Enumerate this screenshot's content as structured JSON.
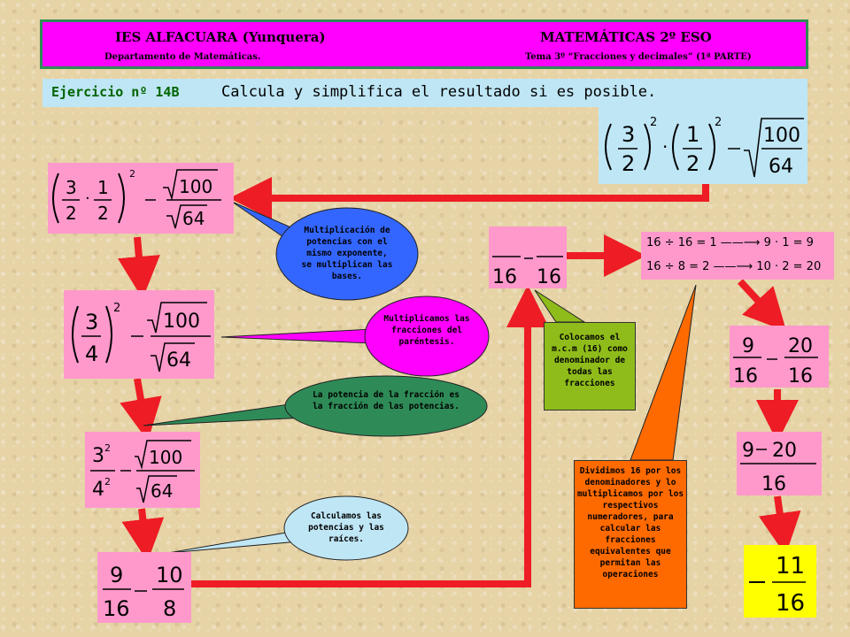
{
  "header": {
    "school": "IES ALFACUARA (Yunquera)",
    "subject": "MATEMÁTICAS 2º ESO",
    "department": "Departamento de Matemáticas.",
    "topic": "Tema 3º “Fracciones y decimales” (1ª PARTE)"
  },
  "exercise": {
    "number": "Ejercicio nº 14B",
    "instruction": "Calcula y simplifica el resultado si es posible."
  },
  "bubbles": {
    "b1": "Multiplicación de potencias con el mismo exponente, se multiplican las bases.",
    "b2": "Multiplicamos las fracciones del paréntesis.",
    "b3": "La potencia de la fracción es la fracción de las potencias.",
    "b4": "Calculamos las potencias y las raíces."
  },
  "notes": {
    "lcm": "Colocamos el m.c.m (16) como denominador de todas las fracciones",
    "divide": "Dividimos 16 por los denominadores y lo multiplicamos por los respectivos numeradores, para calcular las fracciones equivalentes que permitan las operaciones"
  },
  "rules": {
    "r1": "16 ÷ 16 = 1 ——⟶ 9 · 1 = 9",
    "r2": "16 ÷ 8 = 2 ——⟶ 10 · 2 = 20"
  },
  "colors": {
    "pink": "#ff99cc",
    "magenta": "#ff00ff",
    "red": "#ee1c24",
    "lightblue": "#bfe6f5",
    "blue": "#3366ff",
    "green": "#2e8b57",
    "yellow": "#ffff00"
  }
}
